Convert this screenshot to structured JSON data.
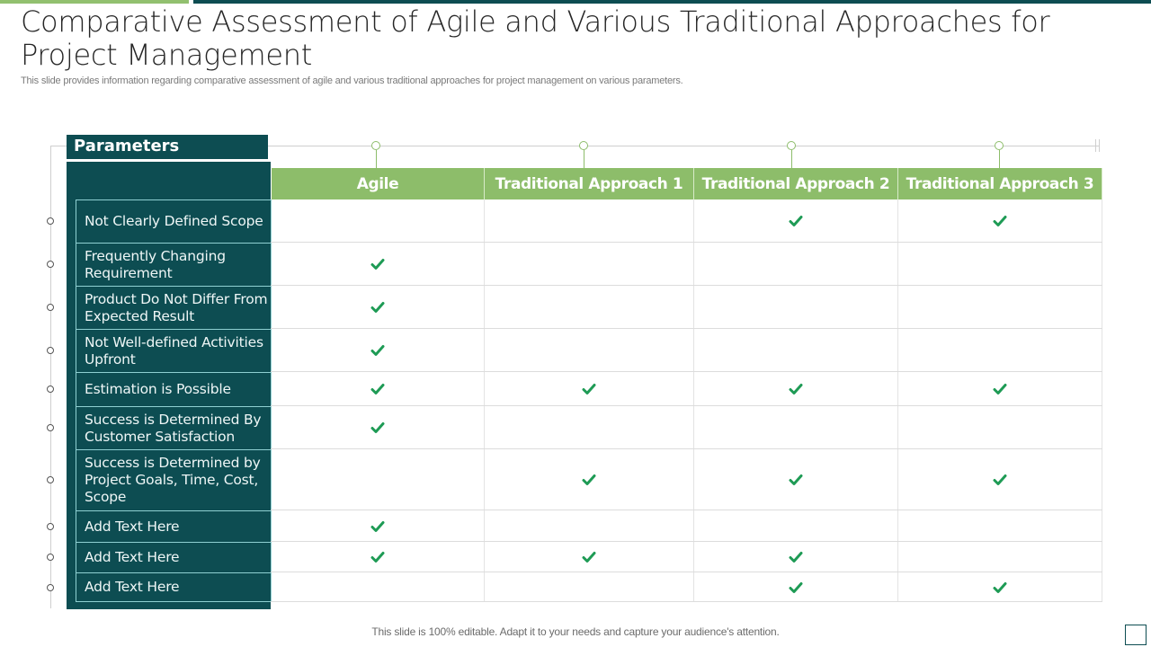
{
  "slide": {
    "title": "Comparative Assessment of Agile and Various Traditional Approaches for Project Management",
    "subtitle": "This slide provides information regarding comparative assessment of agile and various traditional approaches for project management on various parameters.",
    "footer": "This slide is 100% editable. Adapt it to your needs and capture your audience's attention."
  },
  "colors": {
    "teal": "#0d4d52",
    "green_header": "#8dbd6a",
    "check": "#1e9b55"
  },
  "table": {
    "parameters_label": "Parameters",
    "columns": [
      "Agile",
      "Traditional Approach 1",
      "Traditional Approach 2",
      "Traditional Approach 3"
    ],
    "rows": [
      {
        "label": "Not Clearly Defined Scope",
        "checks": [
          false,
          false,
          true,
          true
        ]
      },
      {
        "label": "Frequently Changing Requirement",
        "checks": [
          true,
          false,
          false,
          false
        ]
      },
      {
        "label": "Product Do Not Differ From Expected Result",
        "checks": [
          true,
          false,
          false,
          false
        ]
      },
      {
        "label": "Not Well-defined Activities Upfront",
        "checks": [
          true,
          false,
          false,
          false
        ]
      },
      {
        "label": "Estimation is Possible",
        "checks": [
          true,
          true,
          true,
          true
        ]
      },
      {
        "label": "Success is Determined By Customer Satisfaction",
        "checks": [
          true,
          false,
          false,
          false
        ]
      },
      {
        "label": "Success is Determined by Project Goals, Time, Cost, Scope",
        "checks": [
          false,
          true,
          true,
          true
        ]
      },
      {
        "label": "Add Text Here",
        "checks": [
          true,
          false,
          false,
          false
        ]
      },
      {
        "label": "Add Text Here",
        "checks": [
          true,
          true,
          true,
          false
        ]
      },
      {
        "label": "Add Text Here",
        "checks": [
          false,
          false,
          true,
          true
        ]
      }
    ]
  }
}
